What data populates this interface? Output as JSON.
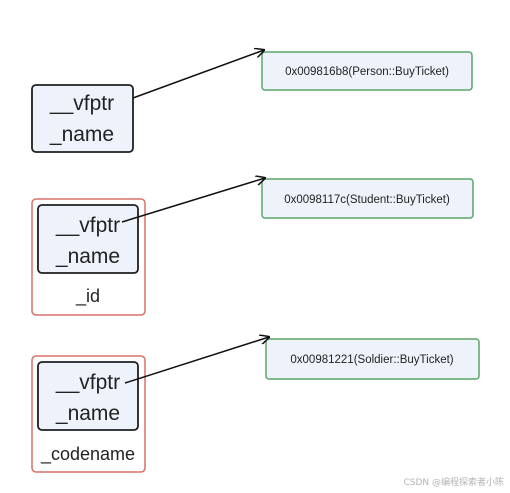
{
  "diagram": {
    "person": {
      "vfptr_line1": "__vfptr",
      "vfptr_line2": "_name",
      "vtable_entry": "0x009816b8(Person::BuyTicket)"
    },
    "student": {
      "vfptr_line1": "__vfptr",
      "vfptr_line2": "_name",
      "member": "_id",
      "vtable_entry": "0x0098117c(Student::BuyTicket)"
    },
    "soldier": {
      "vfptr_line1": "__vfptr",
      "vfptr_line2": "_name",
      "member": "_codename",
      "vtable_entry": "0x00981221(Soldier::BuyTicket)"
    },
    "colors": {
      "base_fill": "#eef3fb",
      "base_border": "#1f1f1f",
      "derived_border": "#d9706a",
      "vtable_border": "#5aa469",
      "vtable_fill": "#eef3fb",
      "arrow": "#111111"
    }
  },
  "watermark": "CSDN @编程探索者小陈"
}
